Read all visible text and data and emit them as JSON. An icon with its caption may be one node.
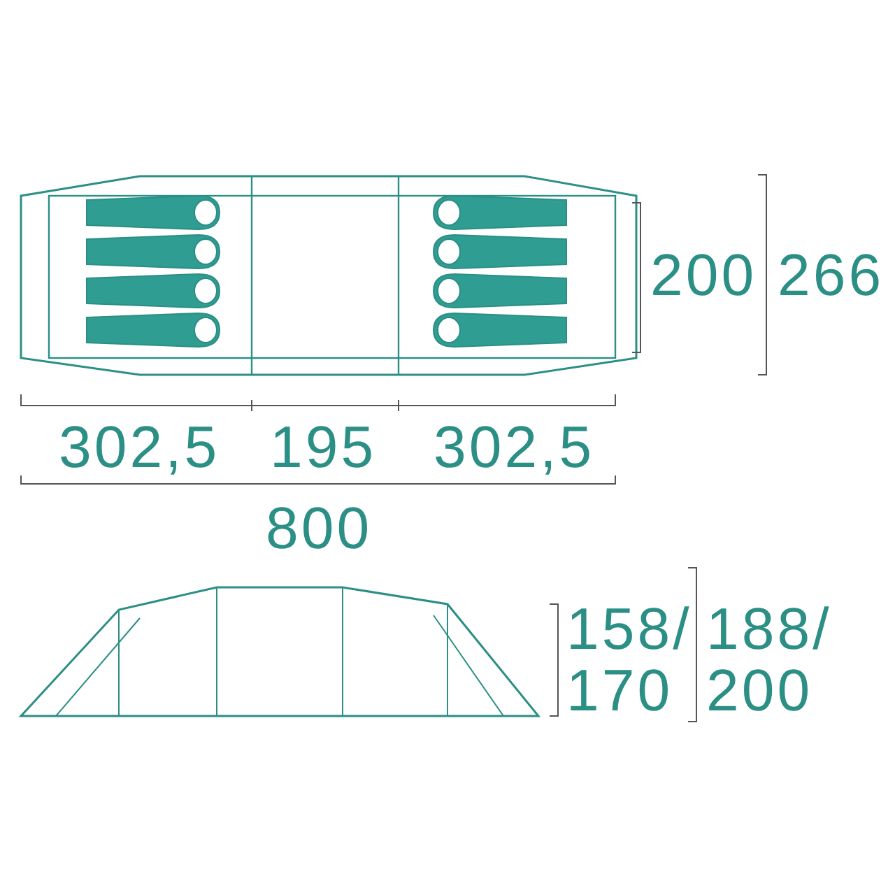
{
  "diagram": {
    "labels": [
      "200",
      "266",
      "302,5",
      "195",
      "302,5",
      "800",
      "158/ 170",
      "188/ 200"
    ]
  }
}
